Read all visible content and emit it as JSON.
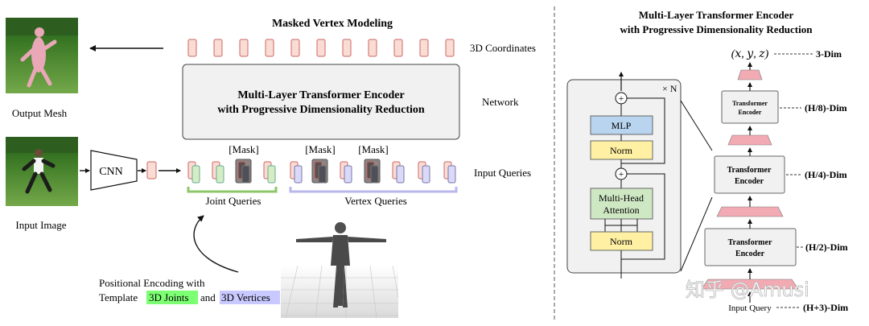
{
  "left": {
    "title": "Masked Vertex Modeling",
    "output_label": "3D Coordinates",
    "network_label": "Network",
    "input_queries_label": "Input Queries",
    "encoder_line1": "Multi-Layer Transformer Encoder",
    "encoder_line2": "with Progressive Dimensionality Reduction",
    "cnn_label": "CNN",
    "output_mesh_label": "Output Mesh",
    "input_image_label": "Input Image",
    "mask_labels": [
      "[Mask]",
      "[Mask]",
      "[Mask]"
    ],
    "joint_queries_label": "Joint Queries",
    "vertex_queries_label": "Vertex Queries",
    "pe_line1": "Positional Encoding with",
    "pe_line2_prefix": "Template",
    "pe_joints": "3D Joints",
    "pe_and": "and",
    "pe_vertices": "3D Vertices"
  },
  "right": {
    "title_line1": "Multi-Layer Transformer Encoder",
    "title_line2": "with Progressive Dimensionality Reduction",
    "repeat": "× N",
    "block_mlp": "MLP",
    "block_norm": "Norm",
    "block_attn_line1": "Multi-Head",
    "block_attn_line2": "Attention",
    "plus": "+",
    "enc_small_line1": "Transformer",
    "enc_small_line2": "Encoder",
    "enc_line1": "Transformer",
    "enc_line2": "Encoder",
    "xyz": "(𝑥, 𝑦, 𝑧)",
    "dims": [
      "3-Dim",
      "(H/8)-Dim",
      "(H/4)-Dim",
      "(H/2)-Dim",
      "(H+3)-Dim"
    ],
    "input_query": "Input Query",
    "watermark": "知乎 @Amusi"
  },
  "colors": {
    "token_pink": "#f9ddd4",
    "token_green": "#d6edc4",
    "token_blue": "#dad9f8",
    "masked": "#6b6060",
    "norm_yellow": "#fff0a3",
    "mlp_blue": "#b8d4ef",
    "attn_green": "#cfe8c4",
    "trap_pink": "#f2aab3",
    "panel_gray": "#f1f1f1",
    "highlight_green": "#7dff73",
    "highlight_blue": "#c9c9ff",
    "bracket_green": "#8dc76a",
    "bracket_blue": "#b9b7ec"
  }
}
